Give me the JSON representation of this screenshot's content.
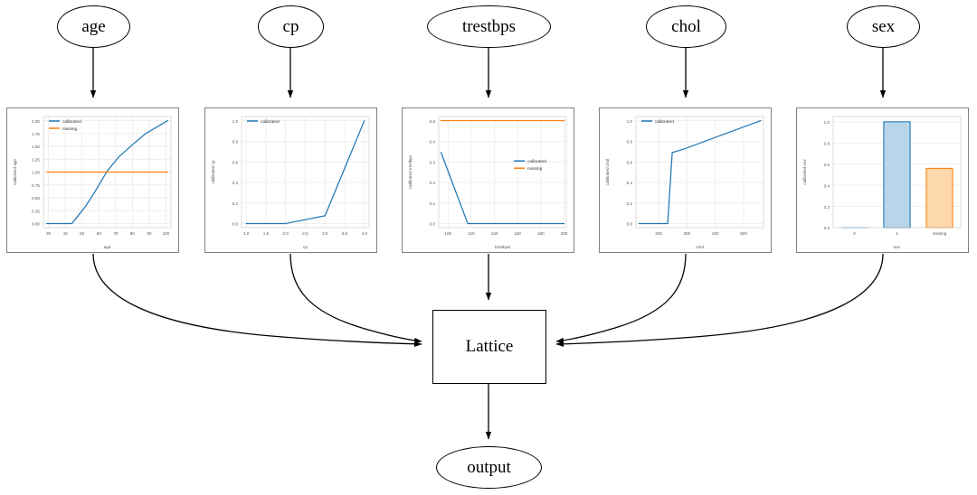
{
  "graph": {
    "input_nodes": [
      {
        "id": "age",
        "label": "age"
      },
      {
        "id": "cp",
        "label": "cp"
      },
      {
        "id": "trestbps",
        "label": "trestbps"
      },
      {
        "id": "chol",
        "label": "chol"
      },
      {
        "id": "sex",
        "label": "sex"
      }
    ],
    "lattice_label": "Lattice",
    "output_label": "output",
    "edge_color": "#000000"
  },
  "colors": {
    "calibrated": "#1f77b4",
    "missing": "#ff7f0e",
    "bar_blue_fill": "#b9d5ea",
    "bar_blue_edge": "#1f77b4",
    "bar_orange_fill": "#fcd8ac",
    "bar_orange_edge": "#ff7f0e",
    "grid": "#e8e8e8",
    "axis_text": "#555555",
    "panel_border": "#808080"
  },
  "chart_data": [
    {
      "id": "age",
      "type": "line",
      "title": "",
      "xlabel": "age",
      "ylabel": "calibrated age",
      "xlim": [
        27,
        103
      ],
      "ylim": [
        -0.08,
        2.08
      ],
      "xticks": [
        30,
        40,
        50,
        60,
        70,
        80,
        90,
        100
      ],
      "yticks": [
        0.0,
        0.25,
        0.5,
        0.75,
        1.0,
        1.25,
        1.5,
        1.75,
        2.0
      ],
      "xtick_labels": [
        "30",
        "40",
        "50",
        "60",
        "70",
        "80",
        "90",
        "100"
      ],
      "ytick_labels": [
        "0.00",
        "0.25",
        "0.50",
        "0.75",
        "1.00",
        "1.25",
        "1.50",
        "1.75",
        "2.00"
      ],
      "grid": true,
      "legend": [
        "calibrated",
        "missing"
      ],
      "legend_position": "upper-left",
      "series": [
        {
          "name": "calibrated",
          "color": "#1f77b4",
          "x": [
            29,
            44,
            52,
            57,
            65,
            72,
            80,
            88,
            101
          ],
          "y": [
            0.0,
            0.0,
            0.33,
            0.58,
            1.02,
            1.3,
            1.53,
            1.75,
            2.0
          ]
        },
        {
          "name": "missing",
          "color": "#ff7f0e",
          "x": [
            29,
            101
          ],
          "y": [
            1.0,
            1.0
          ]
        }
      ]
    },
    {
      "id": "cp",
      "type": "line",
      "title": "",
      "xlabel": "cp",
      "ylabel": "calibrated cp",
      "xlim": [
        0.88,
        4.12
      ],
      "ylim": [
        -0.04,
        1.04
      ],
      "xticks": [
        1.0,
        1.5,
        2.0,
        2.5,
        3.0,
        3.5,
        4.0
      ],
      "yticks": [
        0.0,
        0.2,
        0.4,
        0.6,
        0.8,
        1.0
      ],
      "xtick_labels": [
        "1.0",
        "1.5",
        "2.0",
        "2.5",
        "3.0",
        "3.5",
        "4.0"
      ],
      "ytick_labels": [
        "0.0",
        "0.2",
        "0.4",
        "0.6",
        "0.8",
        "1.0"
      ],
      "grid": true,
      "legend": [
        "calibrated"
      ],
      "legend_position": "upper-left",
      "series": [
        {
          "name": "calibrated",
          "color": "#1f77b4",
          "x": [
            1.0,
            2.0,
            3.0,
            4.0
          ],
          "y": [
            0.0,
            0.0,
            0.075,
            1.0
          ]
        }
      ]
    },
    {
      "id": "trestbps",
      "type": "line",
      "title": "",
      "xlabel": "trestbps",
      "ylabel": "calibrated trestbps",
      "xlim": [
        92,
        202
      ],
      "ylim": [
        -0.02,
        0.52
      ],
      "xticks": [
        100,
        120,
        140,
        160,
        180,
        200
      ],
      "yticks": [
        0.0,
        0.1,
        0.2,
        0.3,
        0.4,
        0.5
      ],
      "xtick_labels": [
        "100",
        "120",
        "140",
        "160",
        "180",
        "200"
      ],
      "ytick_labels": [
        "0.0",
        "0.1",
        "0.2",
        "0.3",
        "0.4",
        "0.5"
      ],
      "grid": true,
      "legend": [
        "calibrated",
        "missing"
      ],
      "legend_position": "center-right",
      "series": [
        {
          "name": "calibrated",
          "color": "#1f77b4",
          "x": [
            94,
            117,
            200
          ],
          "y": [
            0.345,
            0.0,
            0.0
          ]
        },
        {
          "name": "missing",
          "color": "#ff7f0e",
          "x": [
            94,
            200
          ],
          "y": [
            0.5,
            0.5
          ]
        }
      ]
    },
    {
      "id": "chol",
      "type": "line",
      "title": "",
      "xlabel": "chol",
      "ylabel": "calibrated chol",
      "xlim": [
        120,
        570
      ],
      "ylim": [
        -0.04,
        1.04
      ],
      "xticks": [
        200,
        300,
        400,
        500
      ],
      "yticks": [
        0.0,
        0.2,
        0.4,
        0.6,
        0.8,
        1.0
      ],
      "xtick_labels": [
        "200",
        "300",
        "400",
        "500"
      ],
      "ytick_labels": [
        "0.0",
        "0.2",
        "0.4",
        "0.6",
        "0.8",
        "1.0"
      ],
      "grid": true,
      "legend": [
        "calibrated"
      ],
      "legend_position": "upper-left",
      "series": [
        {
          "name": "calibrated",
          "color": "#1f77b4",
          "x": [
            131,
            232,
            248,
            285,
            560
          ],
          "y": [
            0.0,
            0.0,
            0.69,
            0.72,
            1.0
          ]
        }
      ]
    },
    {
      "id": "sex",
      "type": "bar",
      "title": "",
      "xlabel": "sex",
      "ylabel": "calibrated sex",
      "ylim": [
        0.0,
        1.05
      ],
      "yticks": [
        0.0,
        0.2,
        0.4,
        0.6,
        0.8,
        1.0
      ],
      "ytick_labels": [
        "0.0",
        "0.2",
        "0.4",
        "0.6",
        "0.8",
        "1.0"
      ],
      "grid": true,
      "categories": [
        "0",
        "1",
        "missing"
      ],
      "values": [
        0.0,
        1.0,
        0.56
      ],
      "bar_colors": [
        "#b9d5ea",
        "#b9d5ea",
        "#fcd8ac"
      ],
      "bar_edge_colors": [
        "#1f77b4",
        "#1f77b4",
        "#ff7f0e"
      ],
      "legend": [],
      "legend_position": "none"
    }
  ]
}
